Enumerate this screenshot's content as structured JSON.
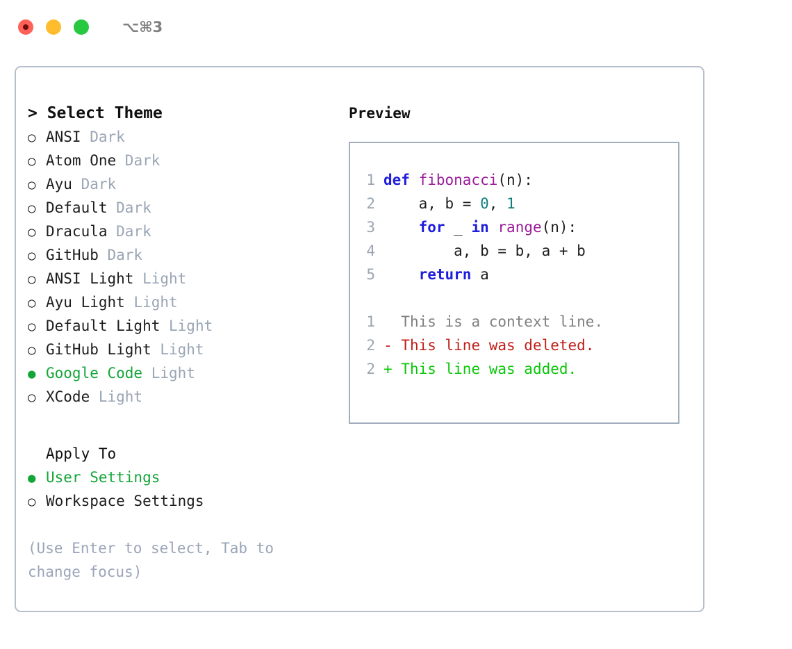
{
  "titlebar": {
    "shortcut": "⌥⌘3",
    "buttons": [
      "close",
      "minimize",
      "maximize"
    ]
  },
  "left": {
    "heading_caret": "> ",
    "heading": "Select Theme",
    "bullet_off": "○",
    "bullet_on": "●",
    "themes": [
      {
        "bullet": "○",
        "label": "ANSI",
        "suffix": " Dark",
        "selected": false
      },
      {
        "bullet": "○",
        "label": "Atom One",
        "suffix": " Dark",
        "selected": false
      },
      {
        "bullet": "○",
        "label": "Ayu",
        "suffix": " Dark",
        "selected": false
      },
      {
        "bullet": "○",
        "label": "Default",
        "suffix": " Dark",
        "selected": false
      },
      {
        "bullet": "○",
        "label": "Dracula",
        "suffix": " Dark",
        "selected": false
      },
      {
        "bullet": "○",
        "label": "GitHub",
        "suffix": " Dark",
        "selected": false
      },
      {
        "bullet": "○",
        "label": "ANSI Light",
        "suffix": " Light",
        "selected": false
      },
      {
        "bullet": "○",
        "label": "Ayu Light",
        "suffix": " Light",
        "selected": false
      },
      {
        "bullet": "○",
        "label": "Default Light",
        "suffix": " Light",
        "selected": false
      },
      {
        "bullet": "○",
        "label": "GitHub Light",
        "suffix": " Light",
        "selected": false
      },
      {
        "bullet": "●",
        "label": "Google Code",
        "suffix": " Light",
        "selected": true
      },
      {
        "bullet": "○",
        "label": "XCode",
        "suffix": " Light",
        "selected": false
      }
    ],
    "apply_to_title": "Apply To",
    "apply_to": [
      {
        "bullet": "●",
        "label": "User Settings",
        "selected": true
      },
      {
        "bullet": "○",
        "label": "Workspace Settings",
        "selected": false
      }
    ],
    "hint": "(Use Enter to select, Tab to change focus)"
  },
  "preview": {
    "title": "Preview",
    "code_lines": [
      {
        "number": "1",
        "tokens": [
          {
            "text": "def ",
            "kind": "kw"
          },
          {
            "text": "fibonacci",
            "kind": "fn"
          },
          {
            "text": "(n):",
            "kind": "txt"
          }
        ]
      },
      {
        "number": "2",
        "tokens": [
          {
            "text": "    a, b = ",
            "kind": "txt"
          },
          {
            "text": "0",
            "kind": "num"
          },
          {
            "text": ", ",
            "kind": "txt"
          },
          {
            "text": "1",
            "kind": "num"
          }
        ]
      },
      {
        "number": "3",
        "tokens": [
          {
            "text": "    ",
            "kind": "txt"
          },
          {
            "text": "for",
            "kind": "kw"
          },
          {
            "text": " _ ",
            "kind": "txt"
          },
          {
            "text": "in",
            "kind": "kw"
          },
          {
            "text": " ",
            "kind": "txt"
          },
          {
            "text": "range",
            "kind": "fn"
          },
          {
            "text": "(n):",
            "kind": "txt"
          }
        ]
      },
      {
        "number": "4",
        "tokens": [
          {
            "text": "        a, b = b, a + b",
            "kind": "txt"
          }
        ]
      },
      {
        "number": "5",
        "tokens": [
          {
            "text": "    ",
            "kind": "txt"
          },
          {
            "text": "return",
            "kind": "kw"
          },
          {
            "text": " a",
            "kind": "txt"
          }
        ]
      }
    ],
    "diff_lines": [
      {
        "number": "1",
        "marker": "  ",
        "text": "This is a context line.",
        "kind": "ctx"
      },
      {
        "number": "2",
        "marker": "- ",
        "text": "This line was deleted.",
        "kind": "del"
      },
      {
        "number": "2",
        "marker": "+ ",
        "text": "This line was added.",
        "kind": "add"
      }
    ]
  },
  "colors": {
    "accent_green": "#13a538",
    "diff_add": "#0ac70a",
    "diff_del": "#c0201a",
    "diff_ctx": "#808080",
    "muted": "#9aa5b5",
    "keyword": "#1d1ddb",
    "function": "#9b1b9b",
    "number": "#0f7d7d",
    "border": "#b6bfcc"
  }
}
